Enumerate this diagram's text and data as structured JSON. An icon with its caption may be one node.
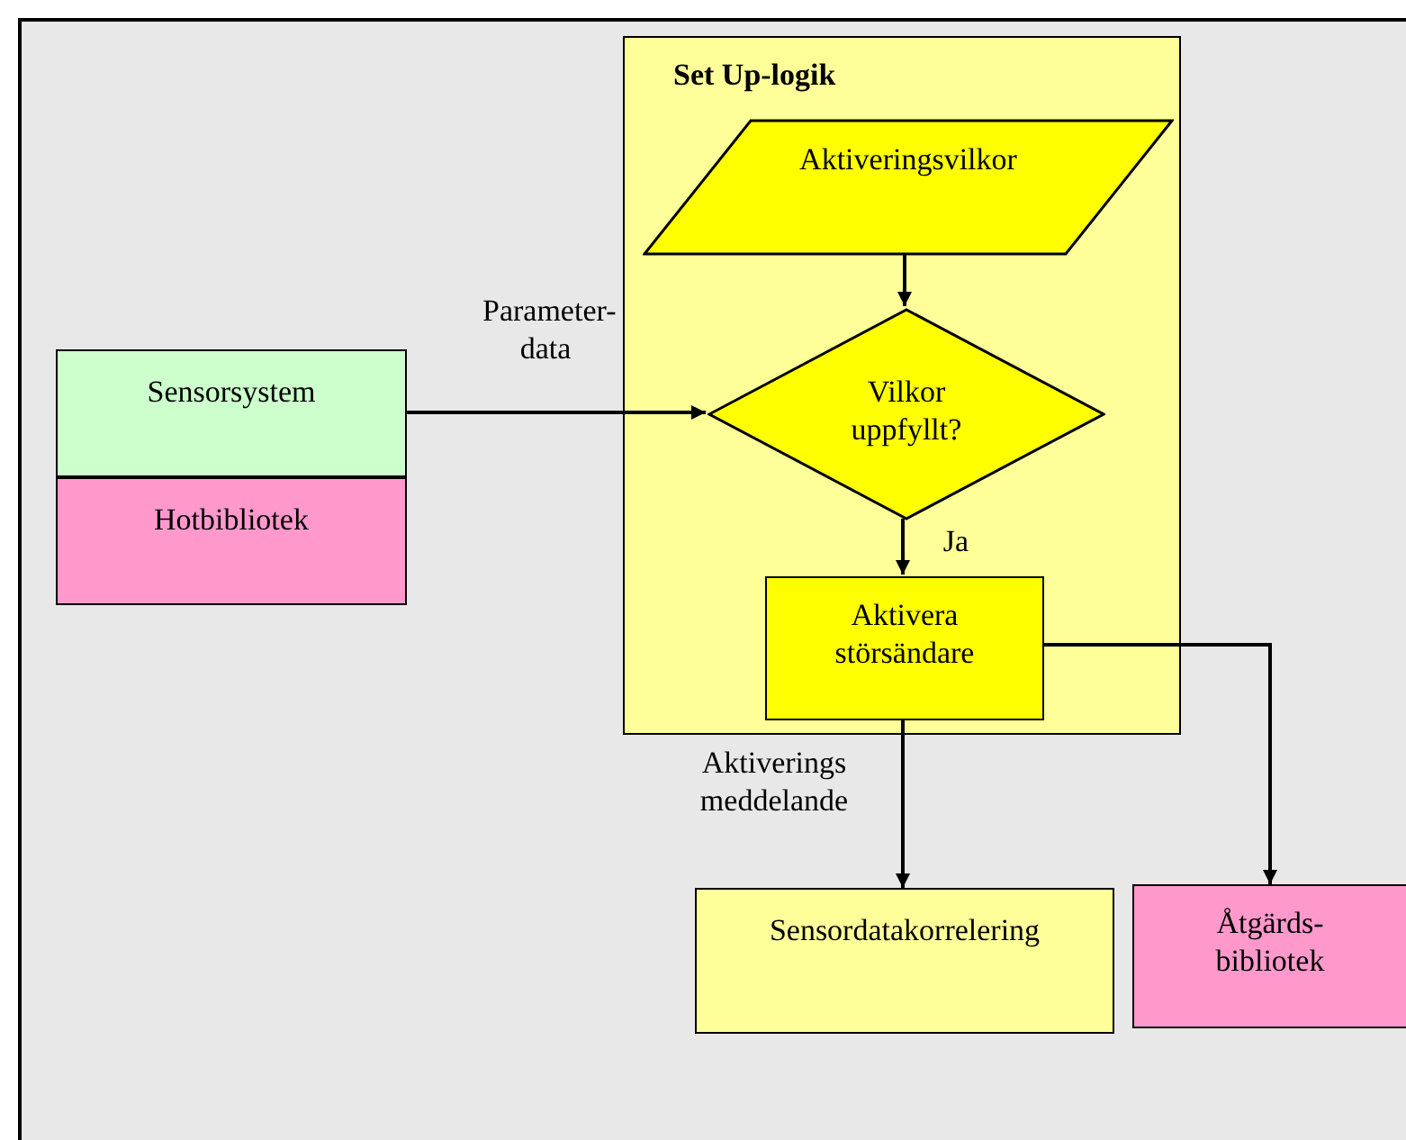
{
  "diagram": {
    "nodes": [
      {
        "text": [
          "Set Up-logik"
        ]
      },
      {
        "text": [
          "Aktiveringsvilkor"
        ],
        "in": 0
      },
      {
        "text": [
          "Vilkor uppfyllt?"
        ],
        "in": 0
      },
      {
        "text": [
          "Aktivera störsändare"
        ],
        "in": 0
      },
      {
        "text": [
          "Sensorsystem"
        ]
      },
      {
        "text": [
          "Hotbibliotek"
        ]
      },
      {
        "text": [
          "Sensordatakorrelering"
        ]
      },
      {
        "text": [
          "Åtgärds-bibliotek"
        ]
      }
    ],
    "edges": [
      {
        "from": 1,
        "to": 2,
        "arrow": "to"
      },
      {
        "from": 4,
        "to": 2,
        "arrow": "to",
        "label": "Parameter-data"
      },
      {
        "from": 2,
        "to": 3,
        "arrow": "to",
        "label": "Ja"
      },
      {
        "from": 3,
        "to": 6,
        "arrow": "to",
        "label": "Aktiverings meddelande"
      },
      {
        "from": 3,
        "to": 7,
        "arrow": "to"
      }
    ]
  }
}
